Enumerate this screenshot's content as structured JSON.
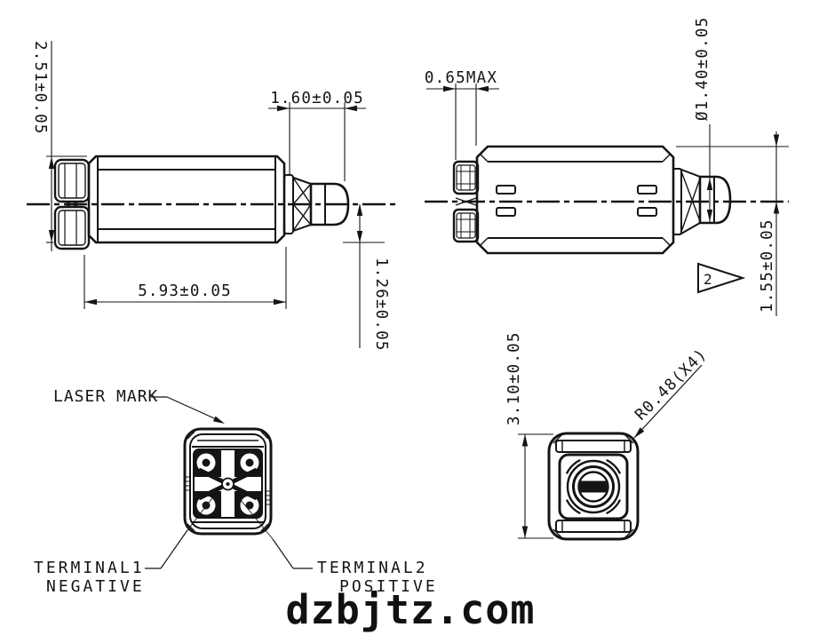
{
  "side_view": {
    "dim_height": "2.51±0.05",
    "dim_shaft_len": "1.60±0.05",
    "dim_body_len": "5.93±0.05",
    "dim_axis_to_bottom": "1.26±0.05"
  },
  "top_view": {
    "dim_terminal_thk": "0.65MAX",
    "dim_shaft_dia": "Ø1.40±0.05",
    "dim_axis_to_top": "1.55±0.05",
    "finish_grade": "2"
  },
  "back_view": {
    "laser_label": "LASER MARK",
    "terminal1_name": "TERMINAL1",
    "terminal1_polarity": "NEGATIVE",
    "terminal2_name": "TERMINAL2",
    "terminal2_polarity": "POSITIVE"
  },
  "front_view": {
    "dim_height": "3.10±0.05",
    "dim_corner_radius": "R0.48(X4)"
  },
  "watermark": {
    "text": "dzbjtz.com"
  },
  "colors": {
    "line": "#141414",
    "background": "#ffffff"
  }
}
